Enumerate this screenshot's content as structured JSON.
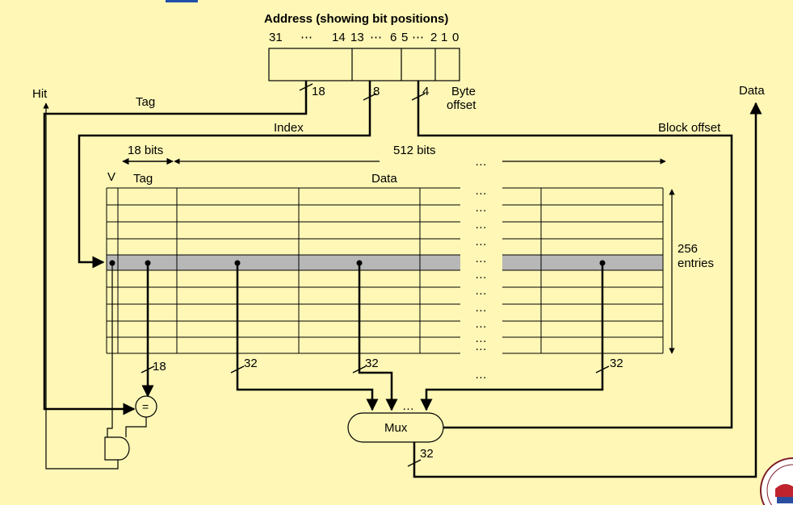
{
  "address": {
    "title": "Address (showing bit positions)",
    "bits": {
      "b31": "31",
      "dots1": "⋯",
      "b14": "14",
      "b13": "13",
      "dots2": "⋯",
      "b6": "6",
      "b5": "5",
      "dots3": "⋯",
      "b2": "2",
      "b1": "1",
      "b0": "0"
    }
  },
  "labels": {
    "hit": "Hit",
    "tag": "Tag",
    "index": "Index",
    "byte_offset_1": "Byte",
    "byte_offset_2": "offset",
    "block_offset": "Block offset",
    "data": "Data",
    "width_18": "18",
    "width_8": "8",
    "width_4": "4",
    "tag_bits": "18 bits",
    "data_bits": "512 bits",
    "ellipsis": "…",
    "col_v": "V",
    "col_tag": "Tag",
    "col_data": "Data",
    "entries_1": "256",
    "entries_2": "entries",
    "w18_tag": "18",
    "w32_a": "32",
    "w32_b": "32",
    "w32_c": "32",
    "w32_out": "32",
    "eq": "=",
    "mux": "Mux"
  },
  "colors": {
    "background": "#FEF7B6",
    "selected_row": "#B7B7B7",
    "line": "#000000"
  }
}
